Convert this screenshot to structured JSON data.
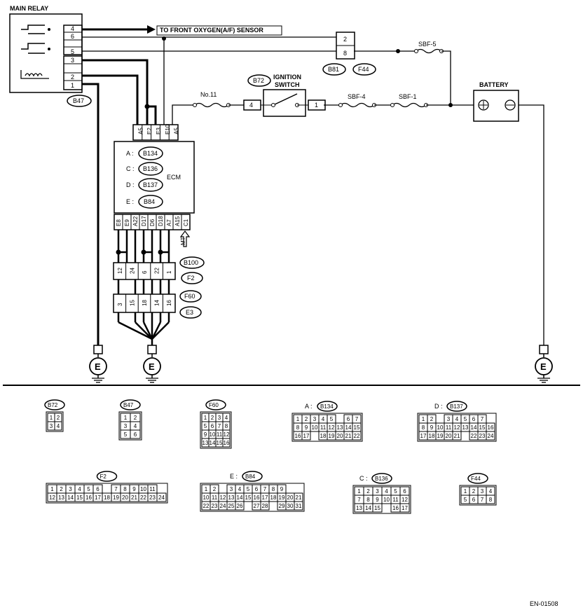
{
  "labels": {
    "main_relay": "MAIN RELAY",
    "to_oxygen": "TO FRONT OXYGEN(A/F) SENSOR",
    "sbf5": "SBF-5",
    "sbf4": "SBF-4",
    "sbf1": "SBF-1",
    "no11": "No.11",
    "ignition_1": "IGNITION",
    "ignition_2": "SWITCH",
    "battery": "BATTERY",
    "ecm": "ECM",
    "mt": "MT",
    "doc_id": "EN-01508",
    "ground": "E"
  },
  "badges": {
    "b47": "B47",
    "b72": "B72",
    "b81": "B81",
    "f44": "F44",
    "b134": "B134",
    "b136": "B136",
    "b137": "B137",
    "b84": "B84",
    "b100": "B100",
    "f2": "F2",
    "f60": "F60",
    "e3": "E3"
  },
  "ecm_prefixes": {
    "a": "A :",
    "c": "C :",
    "d": "D :",
    "e": "E :"
  },
  "relay_pins": [
    "4",
    "6",
    "5",
    "3",
    "2",
    "1"
  ],
  "connector_pins": {
    "b81_top": "2",
    "b81_bot": "8",
    "ign_in": "4",
    "ign_out": "1"
  },
  "ecm_top_pins": [
    "A5",
    "E2",
    "E3",
    "E10",
    "A5"
  ],
  "ecm_bottom_pins": [
    "E8",
    "E9",
    "A22",
    "D17",
    "D6",
    "D18",
    "A7",
    "A15",
    "C1"
  ],
  "b100_pins": [
    "12",
    "24",
    "6",
    "22",
    "1"
  ],
  "f60_pins": [
    "3",
    "15",
    "18",
    "14",
    "16"
  ],
  "legend": {
    "b72": {
      "label": "B72",
      "rows": [
        [
          "1",
          "2"
        ],
        [
          "3",
          "4"
        ]
      ]
    },
    "b47": {
      "label": "B47",
      "rows": [
        [
          "1",
          "2"
        ],
        [
          "3",
          "4"
        ],
        [
          "5",
          "6"
        ]
      ]
    },
    "f60": {
      "label": "F60",
      "rows": [
        [
          "1",
          "2",
          "3",
          "4"
        ],
        [
          "5",
          "6",
          "7",
          "8"
        ],
        [
          "9",
          "10",
          "11",
          "12"
        ],
        [
          "13",
          "14",
          "15",
          "16"
        ]
      ]
    },
    "b134": {
      "prefix": "A :",
      "label": "B134",
      "rows": [
        [
          "1",
          "2",
          "3",
          "4",
          "5",
          "",
          "6",
          "7"
        ],
        [
          "8",
          "9",
          "10",
          "11",
          "12",
          "13",
          "14",
          "15"
        ],
        [
          "16",
          "17",
          "",
          "18",
          "19",
          "20",
          "21",
          "22"
        ]
      ]
    },
    "b137": {
      "prefix": "D :",
      "label": "B137",
      "rows": [
        [
          "1",
          "2",
          "",
          "3",
          "4",
          "5",
          "6",
          "7"
        ],
        [
          "8",
          "9",
          "10",
          "11",
          "12",
          "13",
          "14",
          "15",
          "16"
        ],
        [
          "17",
          "18",
          "19",
          "20",
          "21",
          "",
          "22",
          "23",
          "24"
        ]
      ]
    },
    "f2": {
      "label": "F2",
      "rows": [
        [
          "1",
          "2",
          "3",
          "4",
          "5",
          "6",
          "",
          "7",
          "8",
          "9",
          "10",
          "11"
        ],
        [
          "12",
          "13",
          "14",
          "15",
          "16",
          "17",
          "18",
          "19",
          "20",
          "21",
          "22",
          "23",
          "24"
        ]
      ]
    },
    "b84": {
      "prefix": "E :",
      "label": "B84",
      "rows": [
        [
          "1",
          "2",
          "",
          "3",
          "4",
          "5",
          "6",
          "7",
          "8",
          "9"
        ],
        [
          "10",
          "11",
          "12",
          "13",
          "14",
          "15",
          "16",
          "17",
          "18",
          "19",
          "20",
          "21"
        ],
        [
          "22",
          "23",
          "24",
          "25",
          "26",
          "",
          "27",
          "28",
          "",
          "29",
          "30",
          "31"
        ]
      ]
    },
    "b136": {
      "prefix": "C :",
      "label": "B136",
      "rows": [
        [
          "1",
          "2",
          "3",
          "4",
          "5",
          "6"
        ],
        [
          "7",
          "8",
          "9",
          "10",
          "11",
          "12"
        ],
        [
          "13",
          "14",
          "15",
          "",
          "16",
          "17"
        ]
      ]
    },
    "f44": {
      "label": "F44",
      "rows": [
        [
          "1",
          "2",
          "3",
          "4"
        ],
        [
          "5",
          "6",
          "7",
          "8"
        ]
      ]
    }
  }
}
